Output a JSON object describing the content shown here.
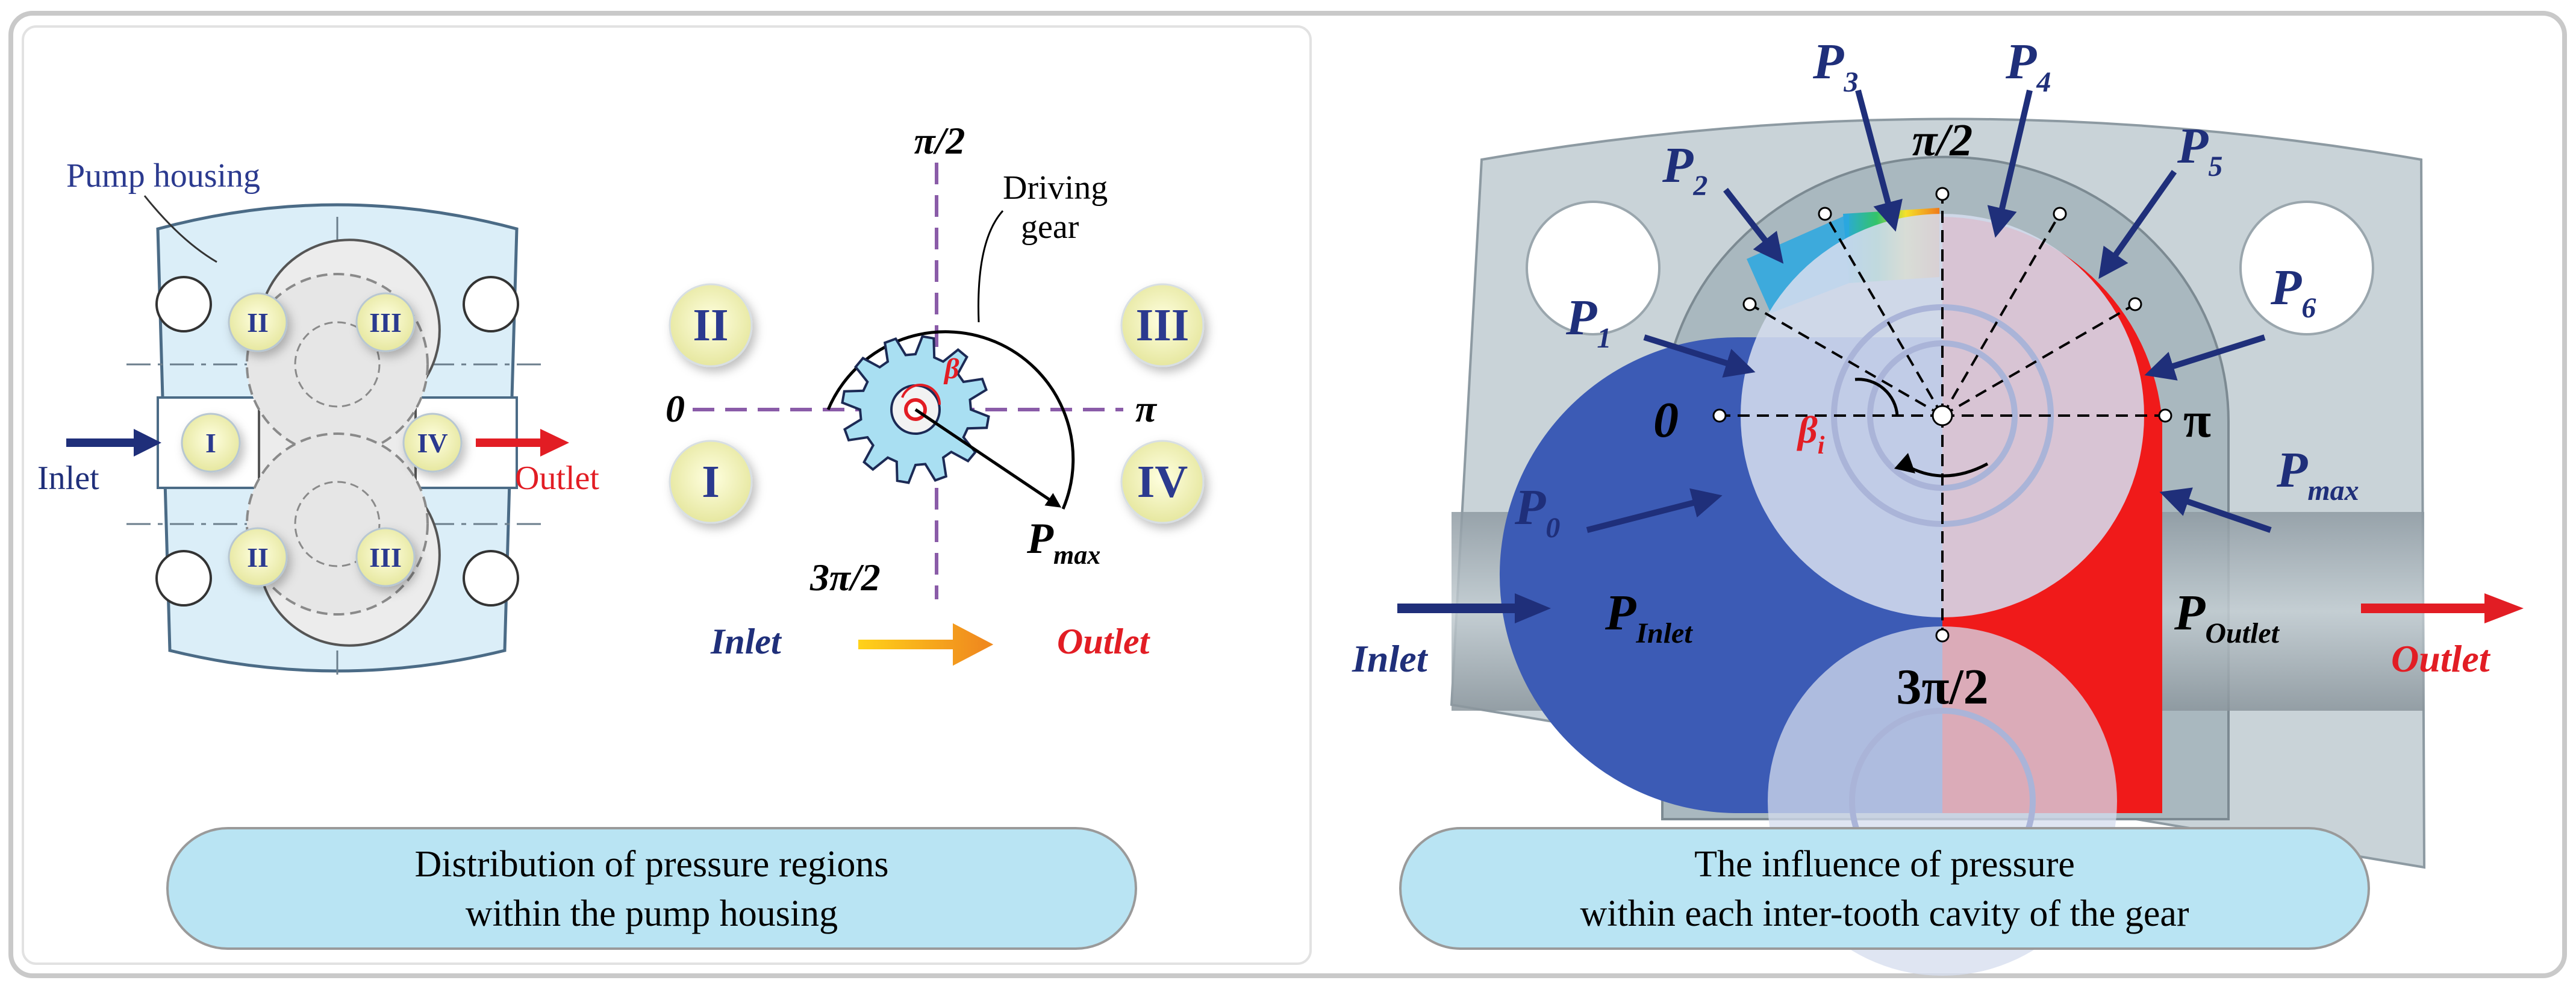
{
  "left_panel": {
    "pump": {
      "housing_label": "Pump housing",
      "regions": [
        "II",
        "III",
        "I",
        "IV",
        "II",
        "III"
      ],
      "inlet": "Inlet",
      "outlet": "Outlet"
    },
    "polar": {
      "angle_top": "π/2",
      "angle_left": "0",
      "angle_right": "π",
      "angle_bottom": "3π/2",
      "driving_gear": [
        "Driving",
        "gear"
      ],
      "beta": "β",
      "pmax_base": "P",
      "pmax_sub": "max",
      "quadrants": [
        "II",
        "III",
        "I",
        "IV"
      ],
      "inlet": "Inlet",
      "outlet": "Outlet"
    },
    "caption": [
      "Distribution of pressure regions",
      "within the pump housing"
    ]
  },
  "right_panel": {
    "angle_top": "π/2",
    "angle_left": "0",
    "angle_right": "π",
    "angle_bottom": "3π/2",
    "beta_base": "β",
    "beta_sub": "i",
    "pressures": [
      {
        "base": "P",
        "sub": "0"
      },
      {
        "base": "P",
        "sub": "1"
      },
      {
        "base": "P",
        "sub": "2"
      },
      {
        "base": "P",
        "sub": "3"
      },
      {
        "base": "P",
        "sub": "4"
      },
      {
        "base": "P",
        "sub": "5"
      },
      {
        "base": "P",
        "sub": "6"
      },
      {
        "base": "P",
        "sub": "max"
      },
      {
        "base": "P",
        "sub": "Inlet"
      },
      {
        "base": "P",
        "sub": "Outlet"
      }
    ],
    "inlet": "Inlet",
    "outlet": "Outlet",
    "caption": [
      "The influence of pressure",
      "within each inter-tooth cavity of the gear"
    ]
  },
  "colors": {
    "frame": "#c9c9c9",
    "caption_fill": "#b9e4f3",
    "housing_fill": "#dbeef8",
    "region_fill": "#f3f3b6",
    "region_text": "#2b3a8f",
    "navy": "#1f2f7a",
    "red": "#e21d24",
    "purple_dash": "#8a5ca8",
    "gear_fill": "#a9dff2",
    "right_housing": "#c9d3d8",
    "low_pressure": "#3c5bb5",
    "high_pressure": "#f01a1a"
  }
}
